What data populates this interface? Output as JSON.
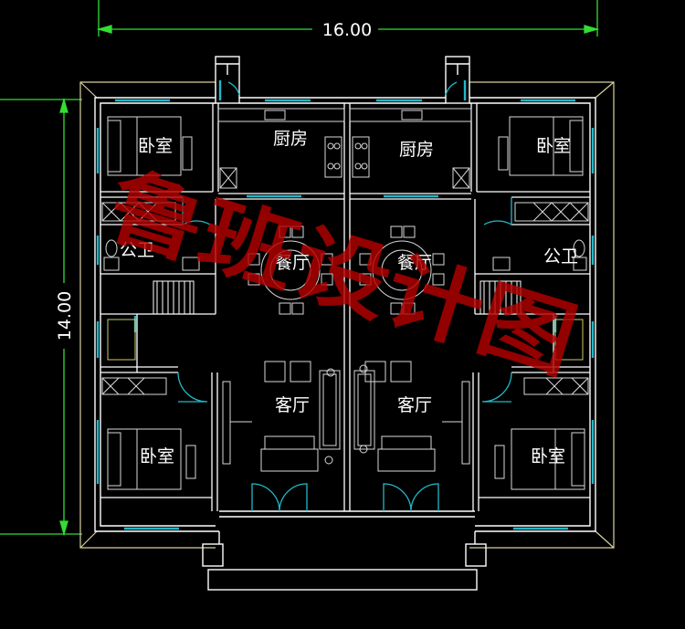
{
  "dimensions": {
    "width_label": "16.00",
    "height_label": "14.00"
  },
  "rooms": {
    "kitchen_left": "厨房",
    "kitchen_right": "厨房",
    "dining_left": "餐厅",
    "dining_right": "餐厅",
    "living_left": "客厅",
    "living_right": "客厅",
    "bedroom_top_left": "卧室",
    "bedroom_top_right": "卧室",
    "bedroom_bottom_left": "卧室",
    "bedroom_bottom_right": "卧室",
    "bath_left": "公卫",
    "bath_right": "公卫"
  },
  "watermark": "鲁班设计图",
  "colors": {
    "background": "#000000",
    "walls": "#ffffff",
    "furniture": "#d8d8d8",
    "windows": "#22b8c8",
    "dimension_lines": "#33dd33",
    "outline": "#d8d0a0",
    "watermark": "#b30000"
  }
}
